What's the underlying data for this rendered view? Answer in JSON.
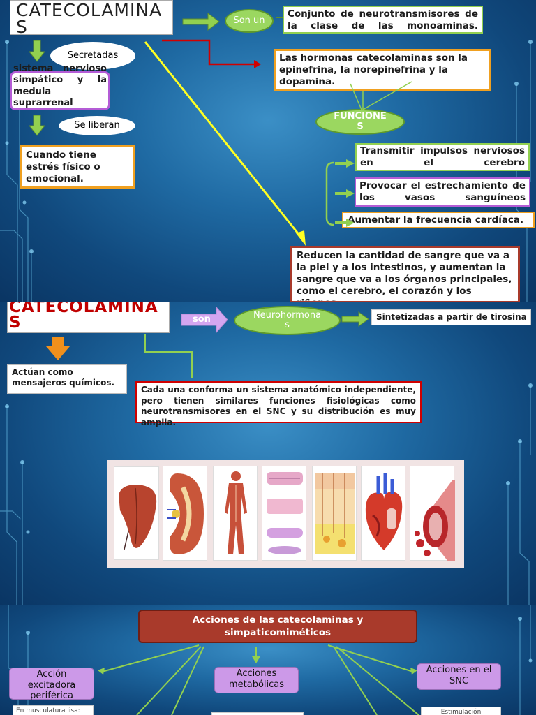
{
  "slide1": {
    "title": "CATECOLAMINAS",
    "son_un": "Son un",
    "def": "Conjunto de neurotransmisores de la clase de las monoaminas.",
    "secretadas": "Secretadas",
    "source": "sistema nervioso simpático y la medula suprarrenal",
    "se_liberan": "Se liberan",
    "when": "Cuando tiene estrés físico o emocional.",
    "hormones": "Las hormonas catecolaminas son la epinefrina, la norepinefrina y la dopamina.",
    "funciones": "FUNCIONES",
    "f1": "Transmitir impulsos nerviosos en el cerebro",
    "f2": "Provocar el estrechamiento de los vasos sanguíneos",
    "f3": "Aumentar la frecuencia cardíaca.",
    "reduce": "Reducen la cantidad de sangre que va a la piel y a los intestinos, y aumentan la sangre que va a los órganos principales, como el cerebro, el corazón y los riñones."
  },
  "slide2": {
    "title": "CATECOLAMINAS",
    "son": "son",
    "neuro": "Neurohormonas",
    "tirosina": "Sintetizadas a partir de tirosina",
    "mensajeros": "Actúan como mensajeros químicos.",
    "sistema": "Cada una conforma un sistema anatómico independiente, pero tienen similares funciones fisiológicas como neurotransmisores en el SNC y su distribución es muy amplia.",
    "organs": [
      "liver-image",
      "kidney-image",
      "muscular-system-image",
      "muscle-cells-image",
      "skin-layers-image",
      "heart-image",
      "blood-vessel-image"
    ]
  },
  "slide3": {
    "title": "Acciones de las catecolaminas y simpaticomiméticos",
    "a1": "Acción excitadora periférica",
    "a2": "Acciones metabólicas",
    "a3": "Acciones en el SNC",
    "sub1": "En musculatura lisa:",
    "sub3": "Estimulación"
  },
  "colors": {
    "green_arrow": "#92d050",
    "oval_green": "#9bd760",
    "violet": "#cc99e8",
    "orange": "#f09a2a",
    "red": "#c00000",
    "maroon_box": "#a93a2b"
  }
}
